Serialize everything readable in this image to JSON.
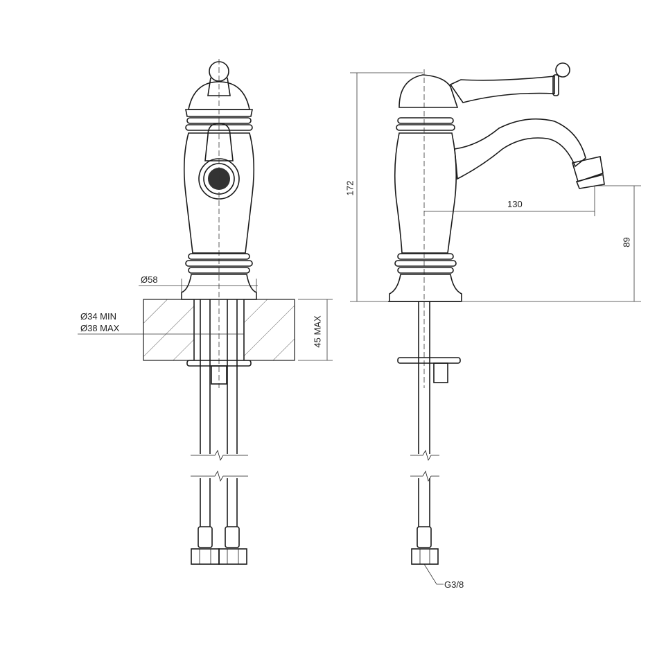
{
  "dimensions": {
    "base_diameter": "Ø58",
    "hole_min": "Ø34 MIN",
    "hole_max": "Ø38 MAX",
    "counter_thickness": "45 MAX",
    "total_height": "172",
    "spout_reach": "130",
    "spout_height": "89",
    "connection": "G3/8"
  },
  "colors": {
    "line": "#1a1a1a",
    "background": "#ffffff"
  }
}
